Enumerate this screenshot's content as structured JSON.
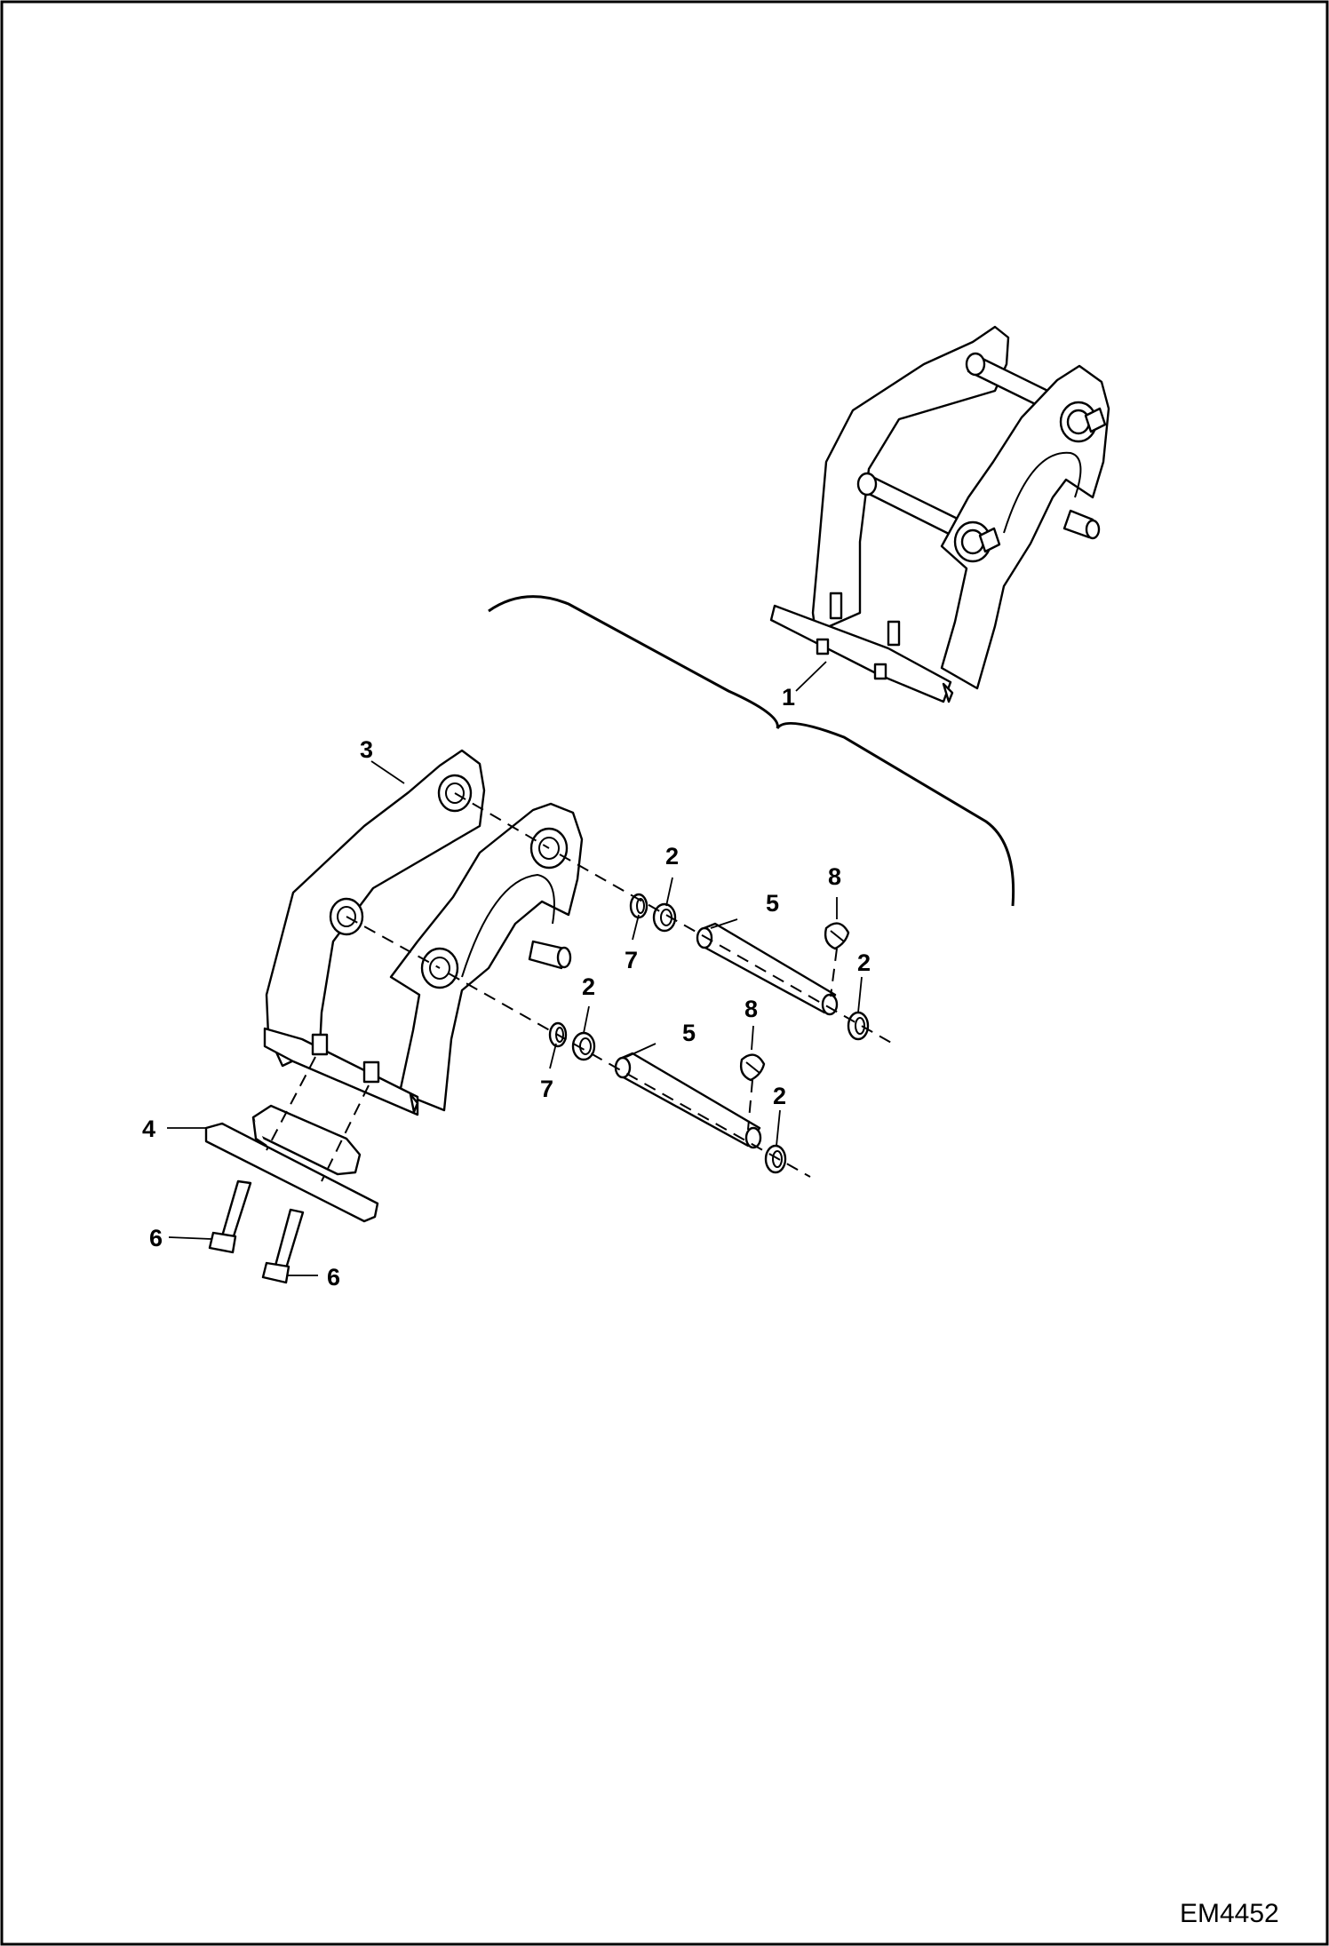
{
  "diagram": {
    "drawing_code": "EM4452",
    "callouts": {
      "c1": "1",
      "c2a": "2",
      "c2b": "2",
      "c2c": "2",
      "c2d": "2",
      "c3": "3",
      "c4": "4",
      "c5a": "5",
      "c5b": "5",
      "c6a": "6",
      "c6b": "6",
      "c7a": "7",
      "c7b": "7",
      "c8a": "8",
      "c8b": "8"
    },
    "parts": [
      "mount-assembly",
      "retaining-ring",
      "mount-bracket",
      "base-plate",
      "pivot-pin",
      "bolt",
      "snap-ring",
      "lock-clip"
    ]
  },
  "colors": {
    "line": "#000000",
    "background": "#ffffff"
  }
}
